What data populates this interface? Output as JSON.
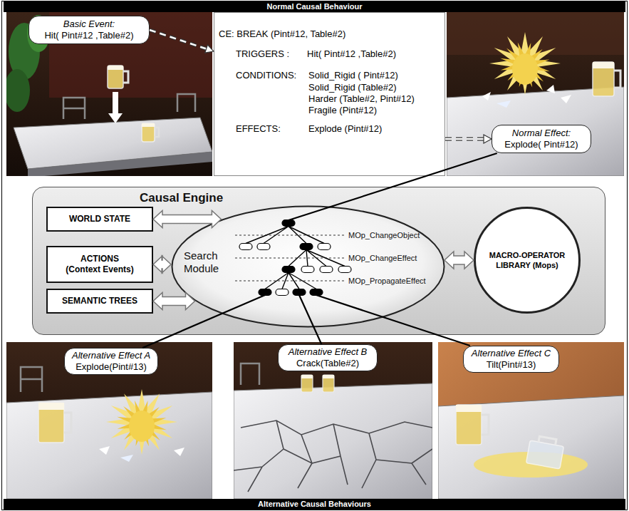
{
  "diagram": {
    "nodes": [
      {
        "text": [
          "Normal Causal Behaviour"
        ]
      },
      {
        "text": [
          "Basic Event:",
          "Hit( Pint#12 ,Table#2)"
        ]
      },
      {
        "text": [
          "CE: BREAK (Pint#12, Table#2)",
          "TRIGGERS :",
          "Hit( Pint#12 ,Table#2)",
          "CONDITIONS:",
          "Solid_Rigid ( Pint#12)",
          "Solid_Rigid (Table#2)",
          "Harder (Table#2, Pint#12)",
          "Fragile (Pint#12)",
          "EFFECTS:",
          "Explode (Pint#12)"
        ]
      },
      {
        "text": [
          "Normal Effect:",
          "Explode( Pint#12)"
        ]
      },
      {
        "text": [
          "Causal Engine"
        ]
      },
      {
        "text": [
          "WORLD STATE"
        ],
        "in": 4
      },
      {
        "text": [
          "ACTIONS (Context Events)"
        ],
        "in": 4
      },
      {
        "text": [
          "SEMANTIC TREES"
        ],
        "in": 4
      },
      {
        "text": [
          "Search Module"
        ],
        "in": 4
      },
      {
        "text": [
          "MACRO-OPERATOR LIBRARY (Mops)"
        ],
        "in": 4
      },
      {
        "text": [
          "Alternative Effect A",
          "Explode(Pint#13)"
        ]
      },
      {
        "text": [
          "Alternative Effect B",
          "Crack(Table#2)"
        ]
      },
      {
        "text": [
          "Alternative Effect C",
          "Tilt(Pint#13)"
        ]
      },
      {
        "text": [
          "Alternative Causal Behaviours"
        ]
      }
    ],
    "edges": [
      {
        "from": 1,
        "to": 2,
        "arrow": "to"
      },
      {
        "from": 2,
        "to": 3,
        "arrow": "to"
      },
      {
        "from": 5,
        "to": 8,
        "arrow": "both"
      },
      {
        "from": 6,
        "to": 8,
        "arrow": "both"
      },
      {
        "from": 7,
        "to": 8,
        "arrow": "both"
      },
      {
        "from": 8,
        "to": 9,
        "arrow": "both"
      },
      {
        "from": 8,
        "to": 3,
        "arrow": "none"
      },
      {
        "from": 8,
        "to": 10,
        "arrow": "none"
      },
      {
        "from": 8,
        "to": 11,
        "arrow": "none"
      },
      {
        "from": 8,
        "to": 12,
        "arrow": "none"
      }
    ],
    "labels": [
      "MOp_ChangeObject",
      "MOp_ChangeEffect",
      "MOp_PropagateEffect"
    ]
  }
}
